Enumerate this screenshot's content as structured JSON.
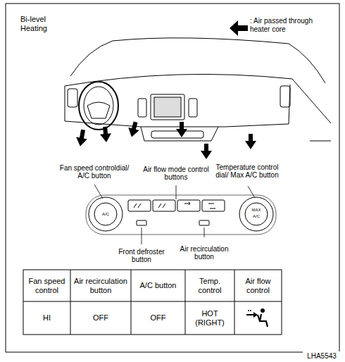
{
  "diagram": {
    "title": "Bi-level Heating",
    "labels": [
      "Fan speed controldial/ A/C button",
      "Air flow mode control buttons",
      "Temperature control dial/ Max A/C button",
      "A/C",
      "MAX",
      "A/C",
      "Front defroster button",
      "Air recirculation button",
      "Fan speed control",
      "Air recirculation button",
      "A/C button",
      "Temp. control",
      "Air flow control",
      "HI",
      "OFF",
      "OFF",
      "HOT (RIGHT)",
      "LHA5543"
    ],
    "legend": [
      {
        "text": ": Air passed through heater core"
      }
    ]
  }
}
